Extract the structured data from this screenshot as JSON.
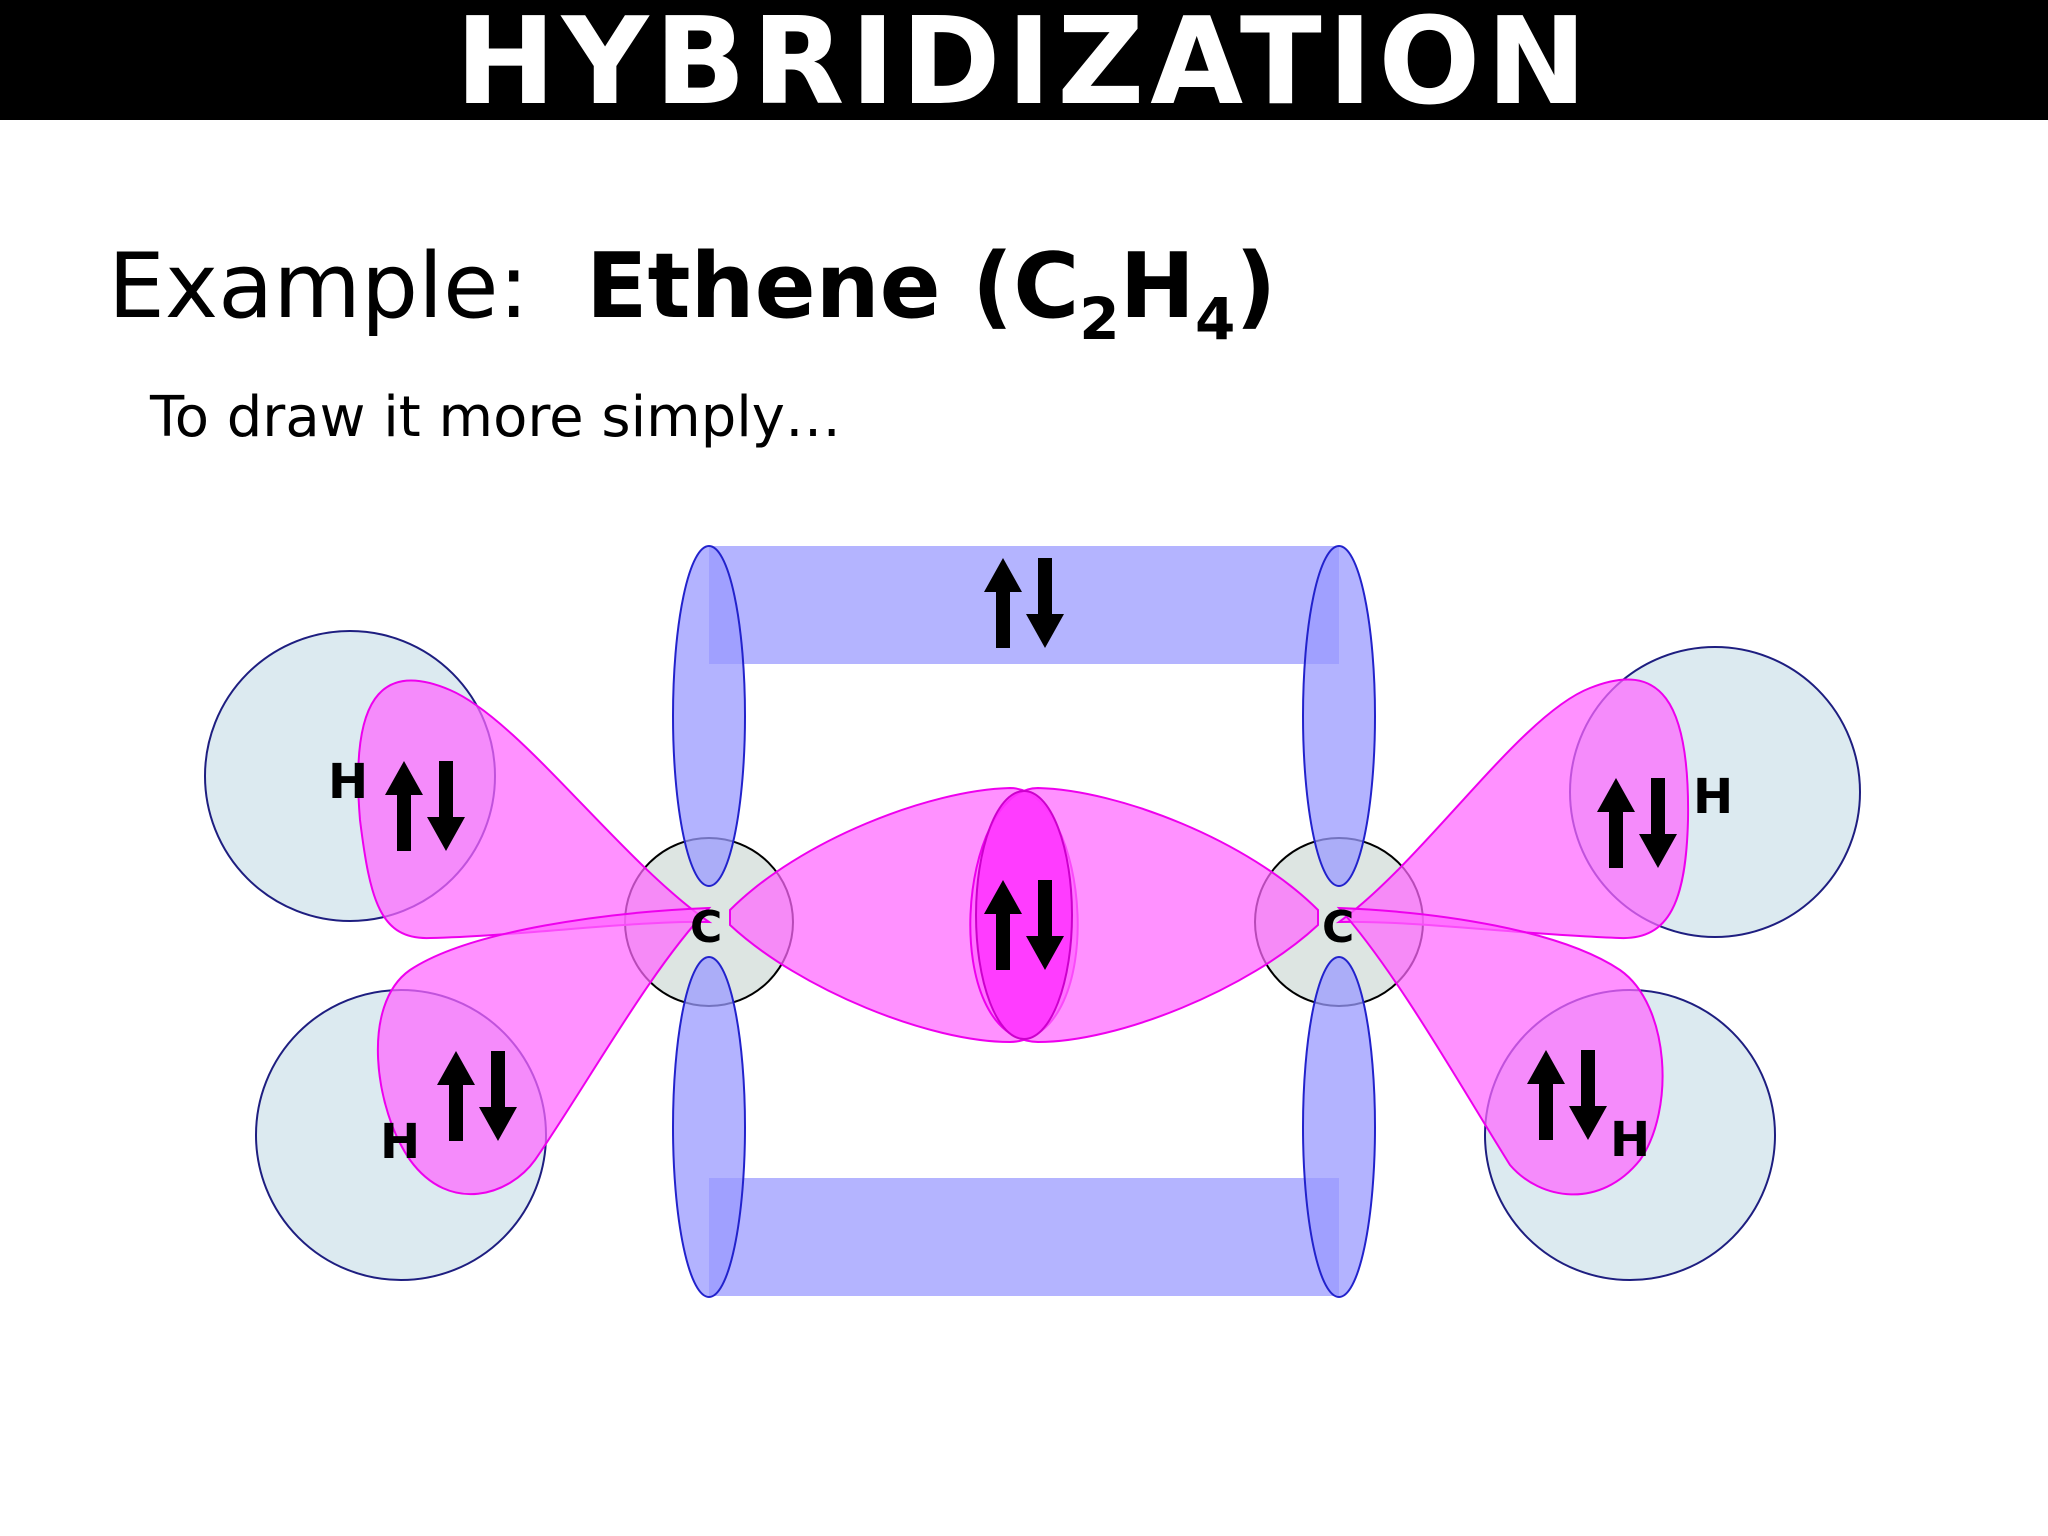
{
  "title": "HYBRIDIZATION",
  "heading": {
    "prefix": "Example:",
    "compound": "Ethene (C",
    "sub1": "2",
    "mid": "H",
    "sub2": "4",
    "close": ")"
  },
  "subtitle": "To draw it more simply…",
  "atoms": {
    "carbon_label": "C",
    "hydrogen_label": "H"
  },
  "colors": {
    "banner": "#000000",
    "sp2_orbital": "#ff66ff",
    "p_orbital": "#9999ff",
    "hydrogen_s": "#d8eaf0",
    "carbon_core": "#dde5e2",
    "sigma_overlap": "#ff33ff"
  }
}
